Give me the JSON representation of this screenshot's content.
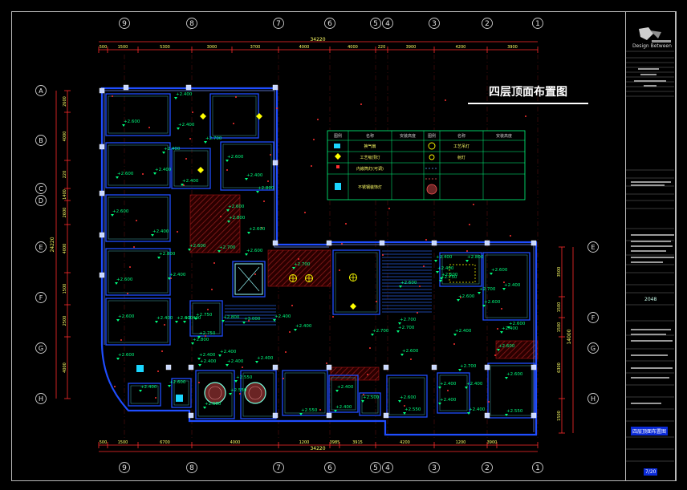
{
  "drawing": {
    "title": "四层顶面布置图",
    "overall_dim": "34220",
    "side_dim_left": "24220",
    "side_dim_right": "14000"
  },
  "axes_top": [
    "9",
    "8",
    "7",
    "6",
    "5",
    "4",
    "3",
    "2",
    "1"
  ],
  "axes_left": [
    "A",
    "B",
    "C",
    "D",
    "E",
    "F",
    "G",
    "H"
  ],
  "axes_right": [
    "E",
    "F",
    "G",
    "H"
  ],
  "dims_top": [
    "500",
    "1500",
    "5300",
    "3000",
    "3700",
    "4000",
    "4000",
    "220",
    "3900",
    "4200",
    "3900"
  ],
  "dims_bottom": [
    "500",
    "1500",
    "6700",
    "4000",
    "1200",
    "3985",
    "3915",
    "4200",
    "1200",
    "3900"
  ],
  "dims_left": [
    "2600",
    "4000",
    "220",
    "1400",
    "2600",
    "4000",
    "1500",
    "2500",
    "4000"
  ],
  "dims_right": [
    "3500",
    "1500",
    "1500",
    "6300",
    "1500"
  ],
  "legend": {
    "headers": [
      "图例",
      "名称",
      "安装高度",
      "图例",
      "名称",
      "安装高度"
    ],
    "rows": [
      [
        "",
        "换气扇",
        "",
        "",
        "工艺吊灯",
        ""
      ],
      [
        "",
        "工艺吸顶灯",
        "",
        "",
        "射灯",
        ""
      ],
      [
        "",
        "内嵌筒灯(可调)",
        "",
        "",
        "",
        ""
      ],
      [
        "",
        "不锈钢装饰灯",
        "",
        "",
        "",
        ""
      ]
    ]
  },
  "ceiling_heights": [
    "+2.400",
    "+2.400",
    "+2.600",
    "+2.700",
    "+2.400",
    "+2.400",
    "+2.600",
    "+2.400",
    "+2.600",
    "+2.400",
    "+2.800",
    "+2.600",
    "+2.800",
    "+2.600",
    "+2.600",
    "+2.400",
    "+2.600",
    "+2.800",
    "+2.600",
    "+2.700",
    "+2.600",
    "+2.700",
    "+2.600",
    "+2.400",
    "+2.800",
    "+2.600",
    "+2.400",
    "+2.400",
    "+2.600",
    "+2.600",
    "+2.750",
    "+2.800",
    "+3.000",
    "+2.400",
    "+2.750",
    "+2.600",
    "+2.800",
    "+2.400",
    "+2.600",
    "+2.700",
    "+2.400",
    "+2.700",
    "+2.700",
    "+2.600",
    "+2.750",
    "+2.400",
    "+2.700",
    "+2.600",
    "+2.600",
    "+2.400",
    "+2.550",
    "+2.400",
    "+2.700",
    "+2.400",
    "+2.400",
    "+2.400",
    "+2.400",
    "+2.600",
    "+2.550",
    "+2.600",
    "+2.400",
    "+2.500",
    "+2.550",
    "+2.600",
    "+2.400",
    "+2.400",
    "+2.400",
    "+2.550",
    "+2.400",
    "+2.400",
    "+2.400",
    "+2.600",
    "+2.550",
    "+2.600",
    "+2.600",
    "+2.400",
    "+2.400"
  ],
  "title_block": {
    "company": "Design Between",
    "plan_code": "2048",
    "sheet_name": "四层顶面布置图",
    "sheet_no": "7/20"
  },
  "colors": {
    "grid": "#ff2b2b",
    "wall": "#1f4dff",
    "text": "#00ff7f",
    "frame": "#bdbdbd",
    "hatch": "#6b1010",
    "accent": "#ffff00"
  }
}
